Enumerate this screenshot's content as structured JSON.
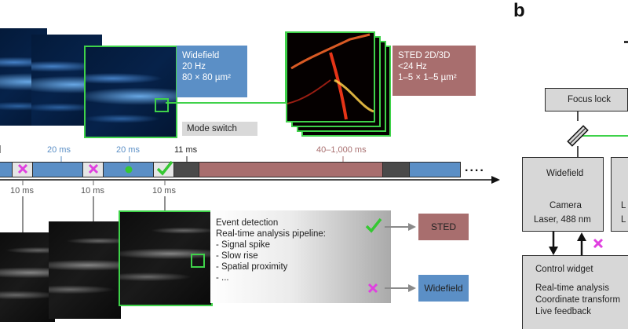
{
  "panel_b_label": "b",
  "widefield_box": {
    "title": "Widefield",
    "rate": "20 Hz",
    "size": "80 × 80 µm²"
  },
  "sted_box": {
    "title": "STED 2D/3D",
    "rate": "<24 Hz",
    "size": "1–5 × 1–5 µm²"
  },
  "mode_switch": "Mode switch",
  "timeline_top_labels": [
    "20 ms",
    "20 ms",
    "11 ms",
    "40–1,000 ms"
  ],
  "timeline_bottom_labels": [
    "10 ms",
    "10 ms",
    "10 ms"
  ],
  "ellipsis": "....",
  "event_detection": {
    "lines": [
      "Event detection",
      "Real-time analysis pipeline:",
      "- Signal spike",
      "- Slow rise",
      "- Spatial proximity",
      "- ..."
    ]
  },
  "outcomes": {
    "sted": "STED",
    "widefield": "Widefield"
  },
  "right_panel": {
    "focus_lock": "Focus lock",
    "widefield_title": "Widefield",
    "camera": "Camera",
    "laser": "Laser, 488 nm",
    "control_widget": "Control widget",
    "control_lines": [
      "Real-time analysis",
      "Coordinate transform",
      "Live feedback"
    ],
    "partial_right_box": "L"
  },
  "colors": {
    "widefield_blue": "#5b8fc6",
    "sted_brown": "#a86e6e",
    "green_frame": "#3fd24a",
    "cross_magenta": "#e040e0",
    "check_green": "#35c832",
    "dark_segment": "#4a4a4a",
    "gray_box": "#d7d7d7"
  },
  "icons": [
    "cross-icon",
    "check-icon",
    "dot-icon",
    "arrow-icon",
    "mirror-icon"
  ]
}
